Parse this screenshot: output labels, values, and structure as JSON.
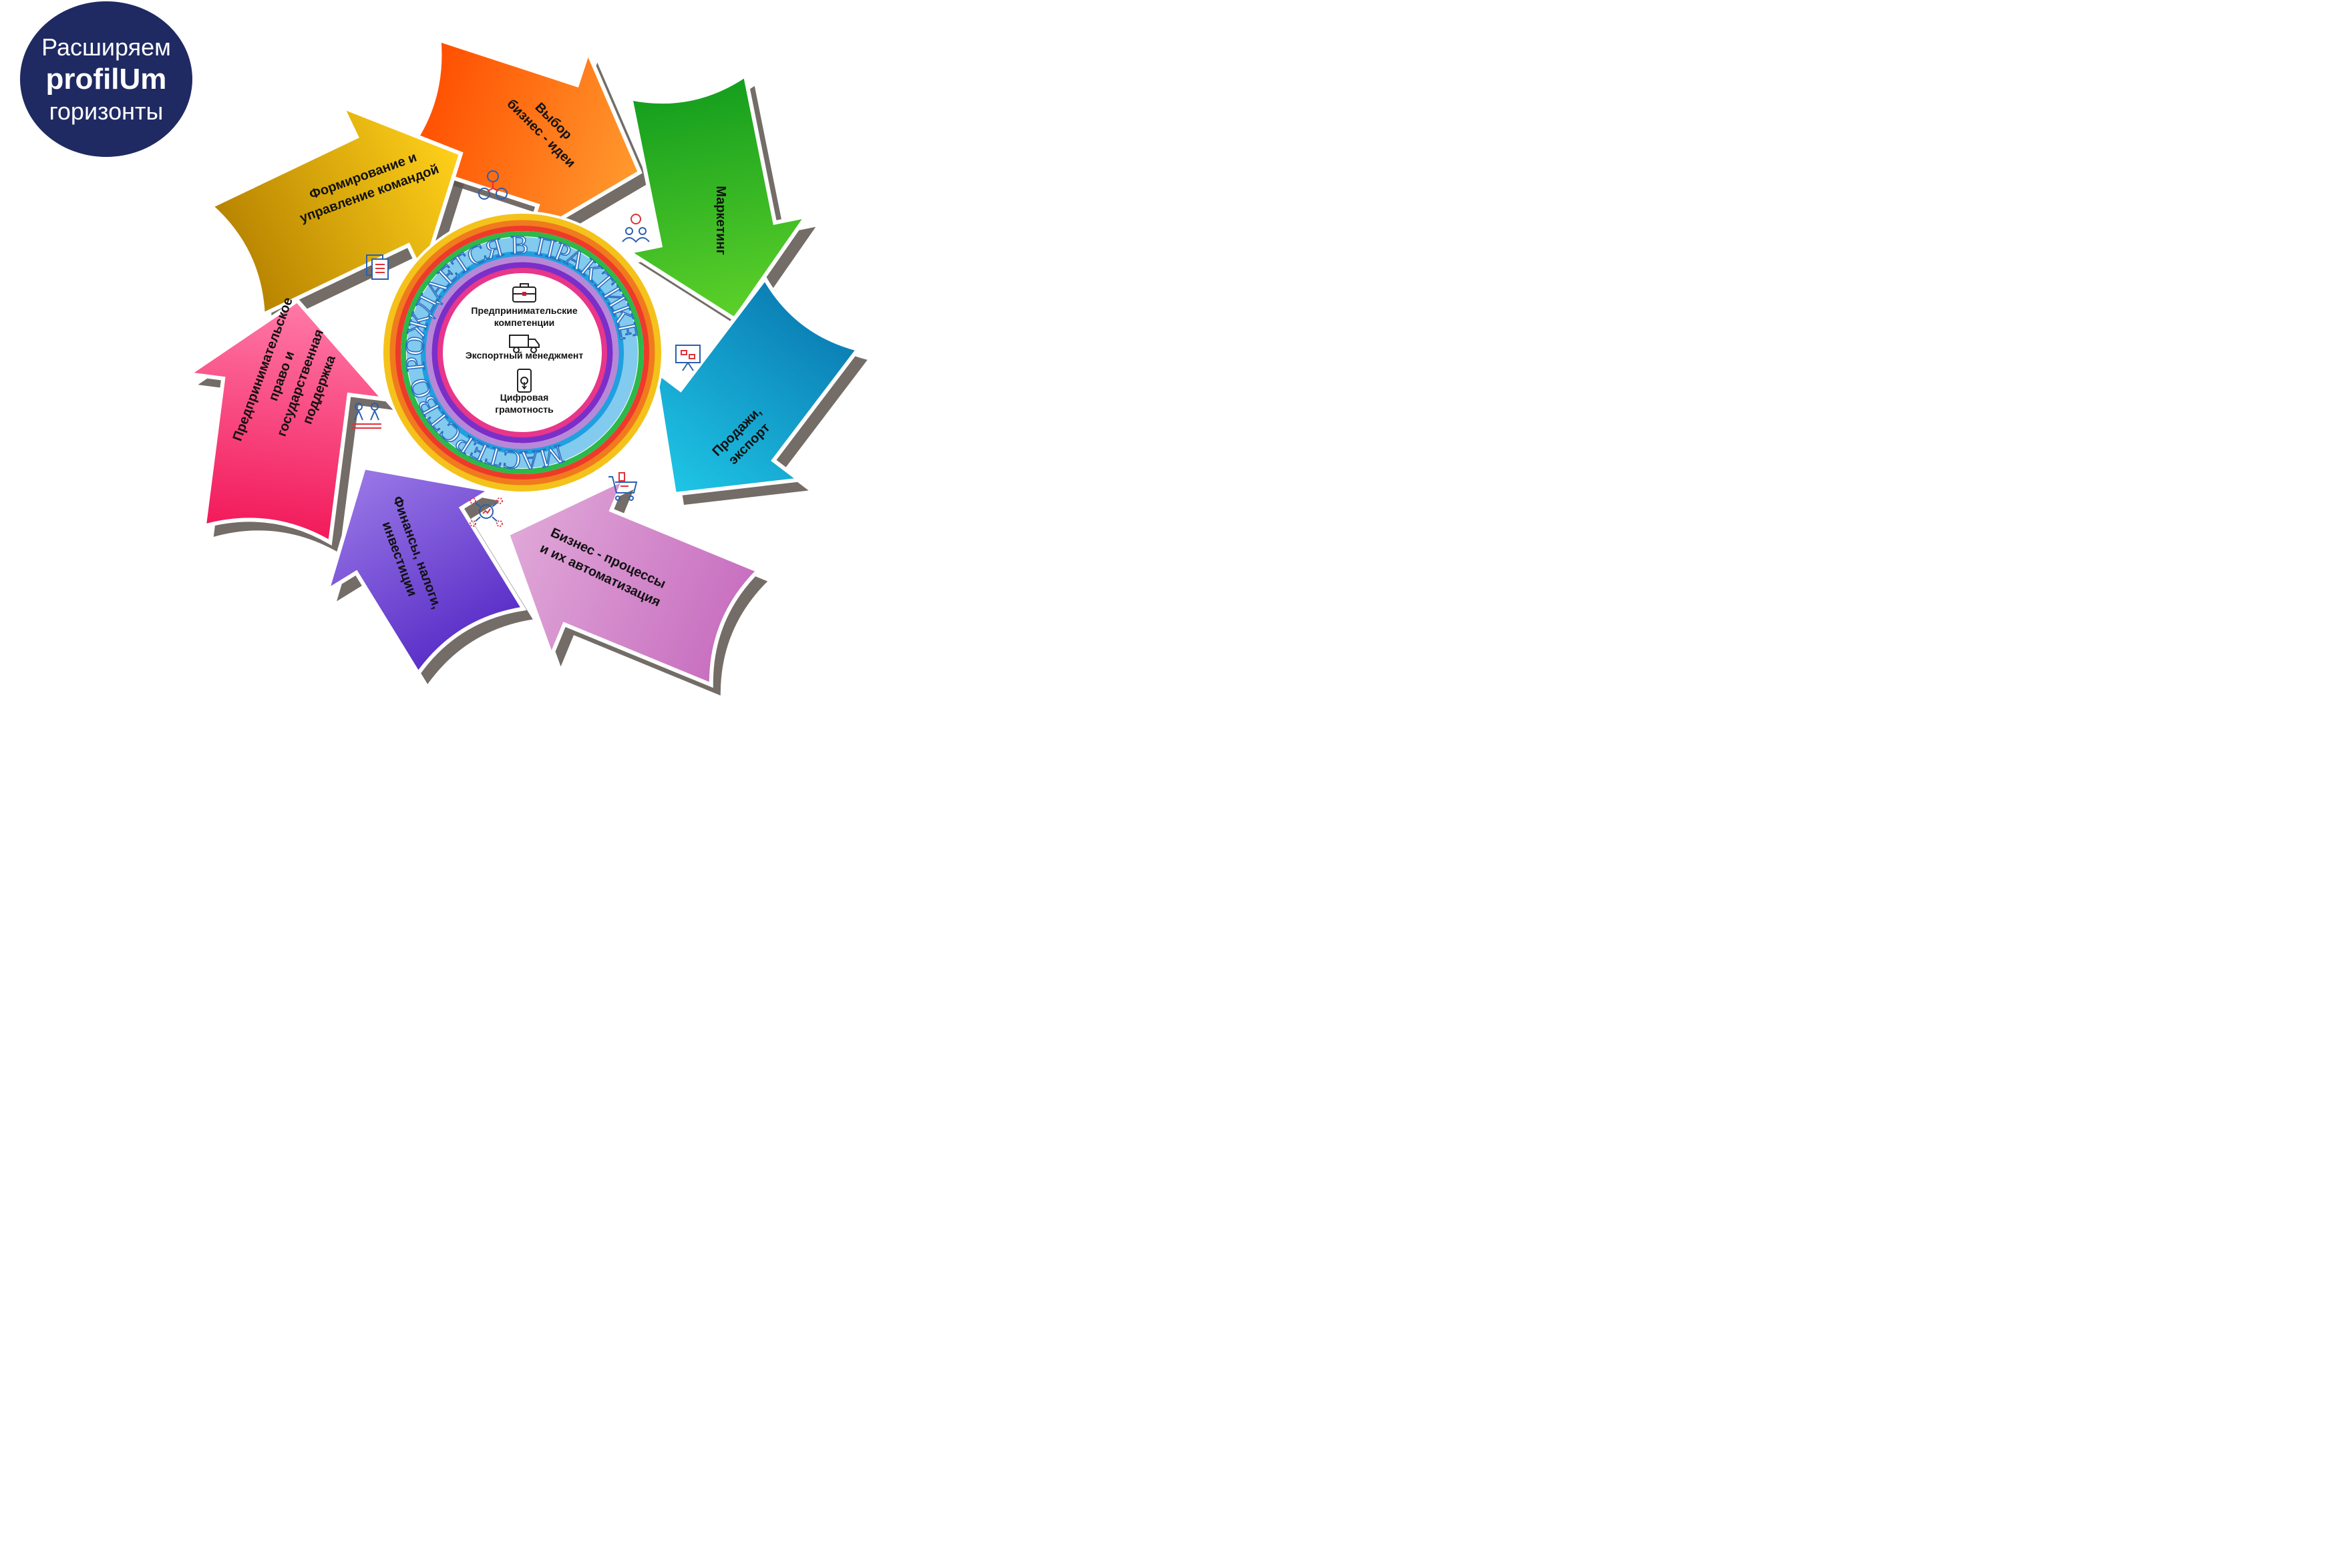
{
  "badge": {
    "line1": "Расширяем",
    "line2": "profilUm",
    "line3": "горизонты"
  },
  "ring_text": "МАСТЕРСТВО РОЖДАЕТСЯ В ПРАКТИКЕ",
  "segments": [
    {
      "lines": [
        "Выбор",
        "бизнес - идеи"
      ],
      "color_light": "#ff9a2e",
      "color_dark": "#ff4e00"
    },
    {
      "lines": [
        "Маркетинг"
      ],
      "color_light": "#5dd12a",
      "color_dark": "#149e1e"
    },
    {
      "lines": [
        "Продажи,",
        "экспорт"
      ],
      "color_light": "#1fc6e6",
      "color_dark": "#0b7fb5"
    },
    {
      "lines": [
        "Бизнес - процессы",
        "и их автоматизация"
      ],
      "color_light": "#e0a8d8",
      "color_dark": "#c86fc0"
    },
    {
      "lines": [
        "Финансы, налоги,",
        "инвестиции"
      ],
      "color_light": "#9a78e6",
      "color_dark": "#5a2fc8"
    },
    {
      "lines": [
        "Предпринимательское",
        "право и",
        "государственная",
        "поддержка"
      ],
      "color_light": "#ff7aa8",
      "color_dark": "#f2195a"
    },
    {
      "lines": [
        "Формирование и",
        "управление командой"
      ],
      "color_light": "#ffd11a",
      "color_dark": "#b78300"
    }
  ],
  "center": {
    "items": [
      {
        "lines": [
          "Предпринимательские",
          "компетенции"
        ],
        "icon": "briefcase-icon"
      },
      {
        "lines": [
          "Экспортный менеджмент"
        ],
        "icon": "truck-icon"
      },
      {
        "lines": [
          "Цифровая",
          "грамотность"
        ],
        "icon": "smartphone-icon"
      }
    ]
  },
  "icons": [
    "team-icon",
    "idea-people-icon",
    "presentation-board-icon",
    "shopping-cart-icon",
    "analytics-network-icon",
    "equality-people-icon",
    "documents-icon"
  ],
  "ring_colors": [
    "#f4c21a",
    "#f07a1e",
    "#ee3a2a",
    "#2db84a",
    "#1fa0e0",
    "#b888d8",
    "#7a2fc8",
    "#e8368a"
  ]
}
